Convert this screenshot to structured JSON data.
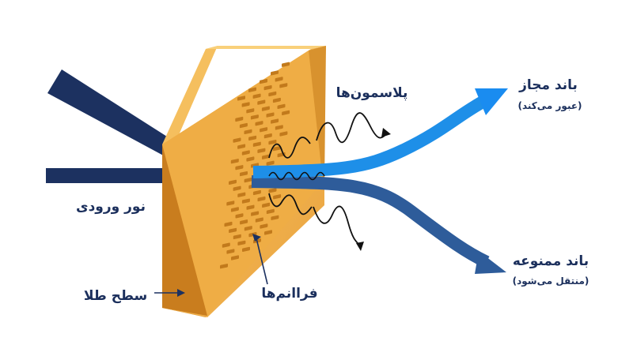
{
  "labels": {
    "incident_light": "نور ورودی",
    "gold_surface": "سطح طلا",
    "metamaterials": "فراانم‌ها",
    "plasmons": "پلاسمون‌ها",
    "allowed_band_title": "باند مجاز",
    "allowed_band_sub": "(عبور می‌کند)",
    "forbidden_band_title": "باند ممنوعه",
    "forbidden_band_sub": "(منتقل می‌شود)"
  },
  "colors": {
    "incident_beam": "#1c3160",
    "gold_front": "#f0b24a",
    "gold_side": "#c97d1e",
    "gold_top": "#f7c565",
    "slot": "#c27a1c",
    "allowed_beam": "#1e8fe8",
    "forbidden_beam": "#2e5c9a",
    "wave": "#1a1a2e",
    "label": "#1b2f5c"
  }
}
